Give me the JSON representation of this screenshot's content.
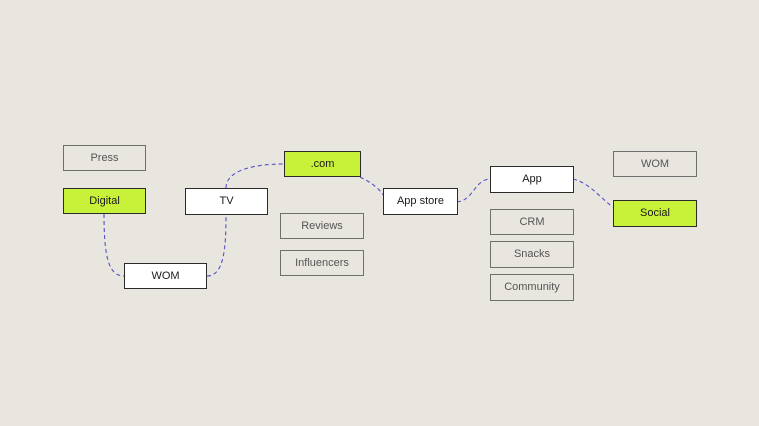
{
  "colors": {
    "background": "#e9e6e0",
    "accent": "#c8f23a",
    "connector": "#5b4fc4"
  },
  "nodes": {
    "press": "Press",
    "digital": "Digital",
    "wom_left": "WOM",
    "tv": "TV",
    "dotcom": ".com",
    "reviews": "Reviews",
    "influencers": "Influencers",
    "app_store": "App store",
    "app": "App",
    "crm": "CRM",
    "snacks": "Snacks",
    "community": "Community",
    "wom_right": "WOM",
    "social": "Social"
  }
}
